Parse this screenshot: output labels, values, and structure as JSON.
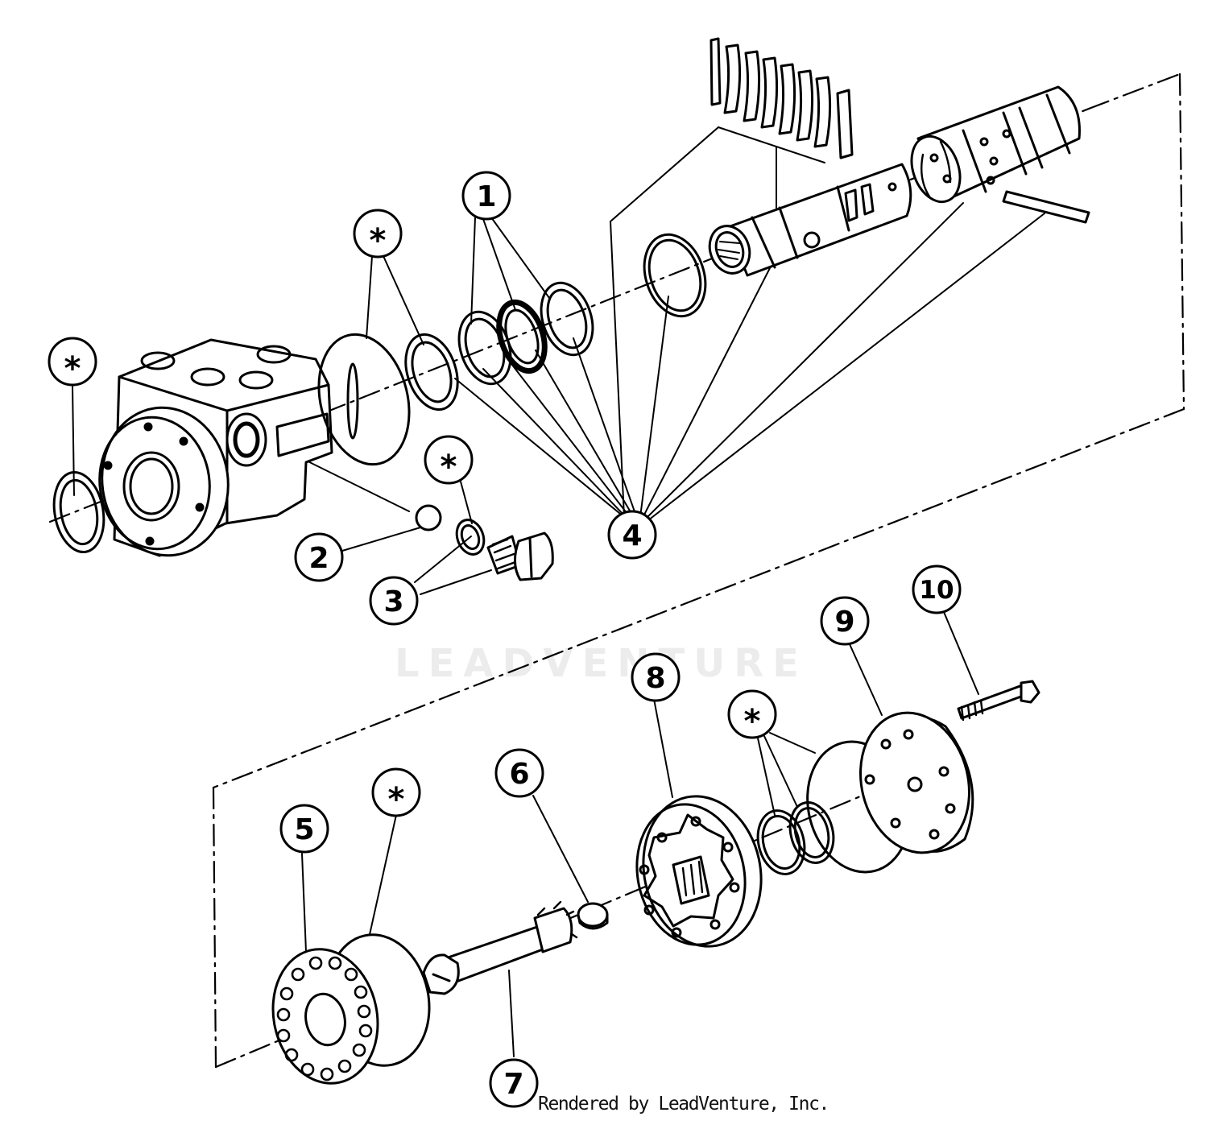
{
  "diagram": {
    "callouts": [
      {
        "id": "c-1",
        "label": "1"
      },
      {
        "id": "c-2",
        "label": "2"
      },
      {
        "id": "c-3",
        "label": "3"
      },
      {
        "id": "c-4",
        "label": "4"
      },
      {
        "id": "c-5",
        "label": "5"
      },
      {
        "id": "c-6",
        "label": "6"
      },
      {
        "id": "c-7",
        "label": "7"
      },
      {
        "id": "c-8",
        "label": "8"
      },
      {
        "id": "c-9",
        "label": "9"
      },
      {
        "id": "c-10",
        "label": "10"
      },
      {
        "id": "c-star",
        "label": "*"
      }
    ],
    "watermark": "LEADVENTURE",
    "credit": "Rendered by LeadVenture, Inc."
  },
  "colors": {
    "ink": "#000000",
    "watermark": "#ececec",
    "background": "#ffffff"
  }
}
